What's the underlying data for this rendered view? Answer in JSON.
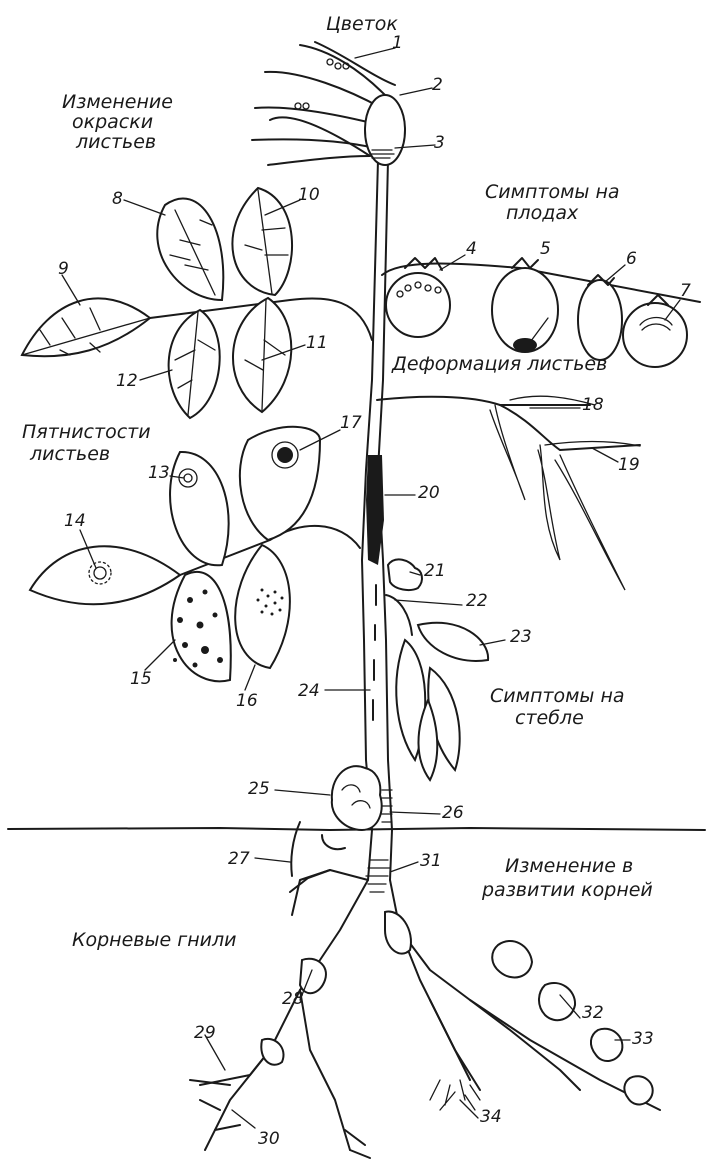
{
  "captions": {
    "flower": "Цветок",
    "leaf_color_line1": "Изменение",
    "leaf_color_line2": "окраски",
    "leaf_color_line3": "листьев",
    "fruit_line1": "Симптомы на",
    "fruit_line2": "плодах",
    "leaf_deformation": "Деформация листьев",
    "spots_line1": "Пятнистости",
    "spots_line2": "листьев",
    "stem_line1": "Симптомы на",
    "stem_line2": "стебле",
    "root_dev_line1": "Изменение в",
    "root_dev_line2": "развитии корней",
    "root_rot": "Корневые гнили"
  },
  "numbers": [
    "1",
    "2",
    "3",
    "4",
    "5",
    "6",
    "7",
    "8",
    "9",
    "10",
    "11",
    "12",
    "13",
    "14",
    "15",
    "16",
    "17",
    "18",
    "19",
    "20",
    "21",
    "22",
    "23",
    "24",
    "25",
    "26",
    "27",
    "28",
    "29",
    "30",
    "31",
    "32",
    "33",
    "34"
  ]
}
